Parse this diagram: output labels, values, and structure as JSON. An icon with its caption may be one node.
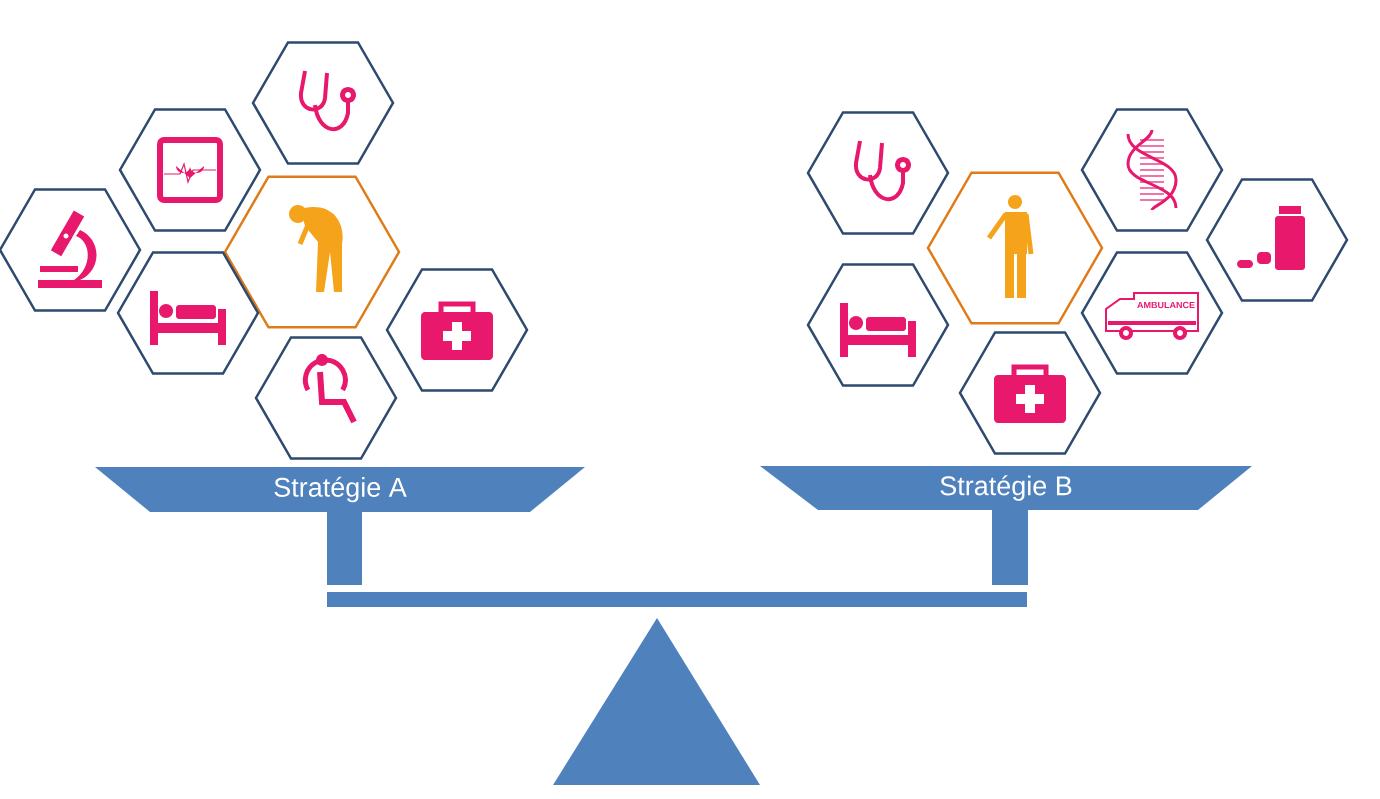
{
  "diagram": {
    "nodes": [
      {
        "text": [
          "Stratégie A"
        ]
      },
      {
        "text": [
          "Stratégie B"
        ]
      }
    ],
    "labels": [
      "AMBULANCE"
    ]
  }
}
